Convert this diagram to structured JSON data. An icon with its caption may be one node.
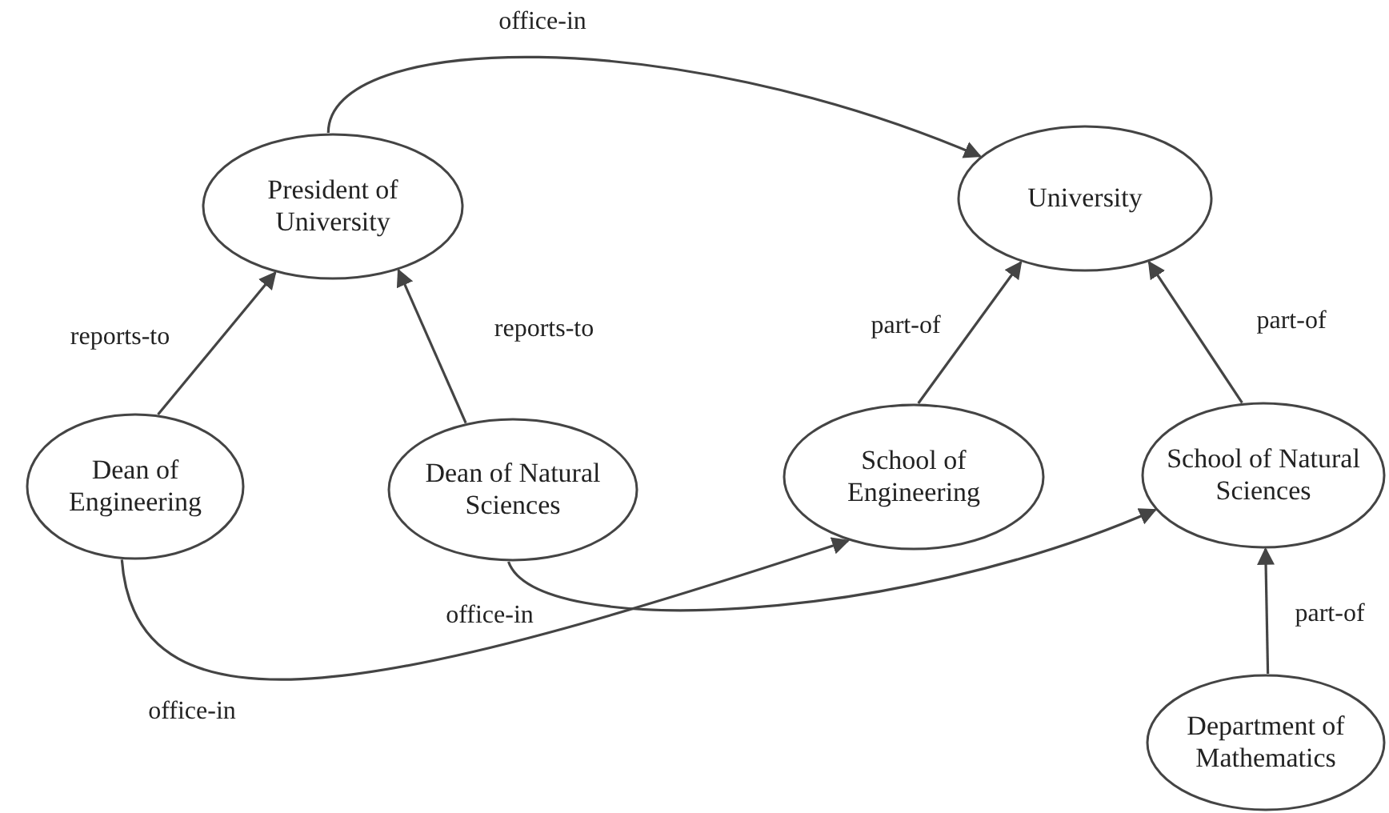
{
  "diagram": {
    "nodes": [
      {
        "text": [
          "President of University"
        ]
      },
      {
        "text": [
          "University"
        ]
      },
      {
        "text": [
          "Dean of Engineering"
        ]
      },
      {
        "text": [
          "Dean of Natural Sciences"
        ]
      },
      {
        "text": [
          "School of Engineering"
        ]
      },
      {
        "text": [
          "School of Natural Sciences"
        ]
      },
      {
        "text": [
          "Department of Mathematics"
        ]
      }
    ],
    "edges": [
      {
        "from": 0,
        "to": 1,
        "arrow": "to",
        "label": "office-in"
      },
      {
        "from": 2,
        "to": 0,
        "arrow": "to",
        "label": "reports-to"
      },
      {
        "from": 3,
        "to": 0,
        "arrow": "to",
        "label": "reports-to"
      },
      {
        "from": 4,
        "to": 1,
        "arrow": "to",
        "label": "part-of"
      },
      {
        "from": 5,
        "to": 1,
        "arrow": "to",
        "label": "part-of"
      },
      {
        "from": 2,
        "to": 4,
        "arrow": "to",
        "label": "office-in"
      },
      {
        "from": 3,
        "to": 5,
        "arrow": "to",
        "label": "office-in"
      },
      {
        "from": 6,
        "to": 5,
        "arrow": "to",
        "label": "part-of"
      }
    ]
  }
}
